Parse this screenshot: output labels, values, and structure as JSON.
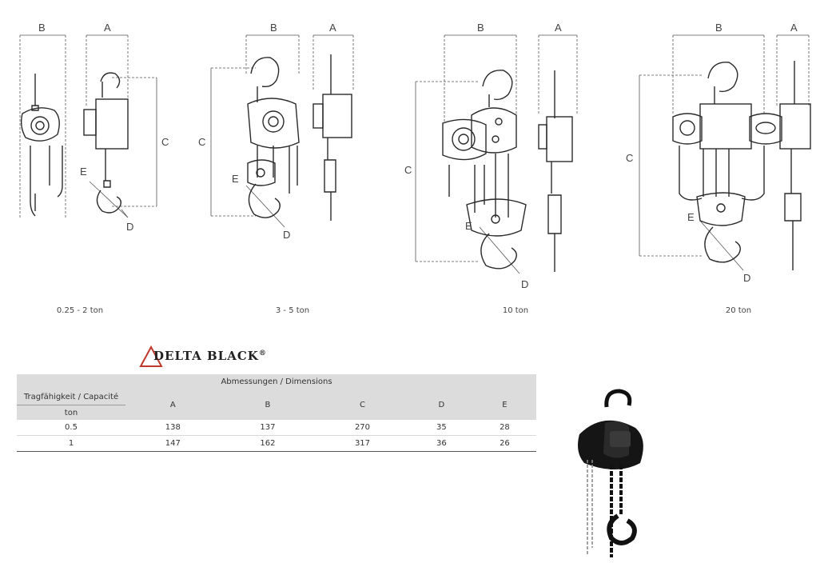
{
  "figures": [
    {
      "caption": "0.25 - 2 ton",
      "labels": {
        "a": "A",
        "b": "B",
        "c": "C",
        "d": "D",
        "e": "E"
      }
    },
    {
      "caption": "3 - 5 ton",
      "labels": {
        "a": "A",
        "b": "B",
        "c": "C",
        "d": "D",
        "e": "E"
      }
    },
    {
      "caption": "10 ton",
      "labels": {
        "a": "A",
        "b": "B",
        "c": "C",
        "d": "D",
        "e": "E"
      }
    },
    {
      "caption": "20 ton",
      "labels": {
        "a": "A",
        "b": "B",
        "c": "C",
        "d": "D",
        "e": "E"
      }
    }
  ],
  "brand": {
    "name": "DELTA BLACK",
    "registered": "®"
  },
  "table": {
    "group_header": "Abmessungen / Dimensions",
    "capacity_label": "Tragfähigkeit / Capacité",
    "unit_label": "ton",
    "columns": [
      "A",
      "B",
      "C",
      "D",
      "E"
    ],
    "rows": [
      {
        "capacity": "0.5",
        "values": [
          "138",
          "137",
          "270",
          "35",
          "28"
        ]
      },
      {
        "capacity": "1",
        "values": [
          "147",
          "162",
          "317",
          "36",
          "26"
        ]
      }
    ]
  },
  "colors": {
    "header_bg": "#dcdcdc",
    "drawing_line": "#2a2a2a",
    "dim_line": "#555555",
    "brand_red": "#c0392b"
  }
}
